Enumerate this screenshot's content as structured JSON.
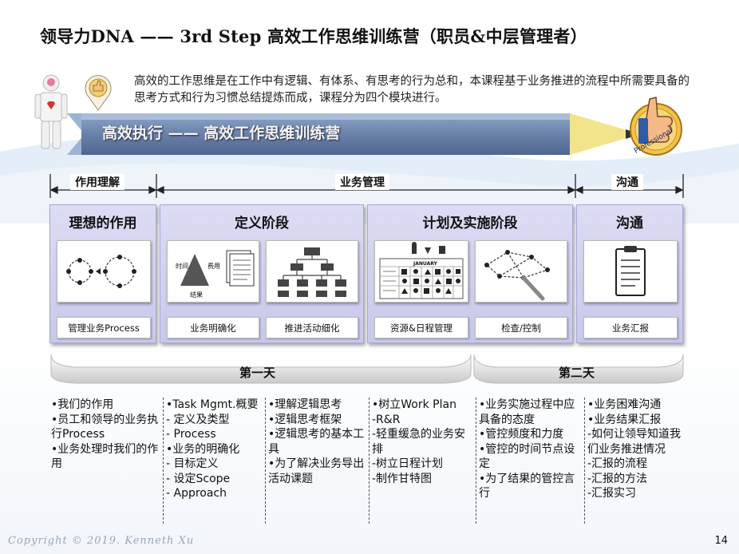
{
  "slide": {
    "title": "领导力DNA —— 3rd Step  高效工作思维训练营（职员&中层管理者）",
    "intro": "高效的工作思维是在工作中有逻辑、有体系、有思考的行为总和，本课程基于业务推进的流程中所需要具备的思考方式和行为习惯总结提炼而成，课程分为四个模块进行。",
    "banner": "高效执行 —— 高效工作思维训练营",
    "badge_text": "Professional",
    "copyright": "Copyright © 2019. Kenneth Xu",
    "page_number": "14"
  },
  "top_labels": {
    "role": "作用理解",
    "business": "业务管理",
    "comm": "沟通"
  },
  "modules": [
    {
      "title": "理想的作用",
      "captions": [
        "管理业务Process"
      ]
    },
    {
      "title": "定义阶段",
      "captions": [
        "业务明确化",
        "推进活动细化"
      ]
    },
    {
      "title": "计划及实施阶段",
      "captions": [
        "资源&日程管理",
        "检查/控制"
      ]
    },
    {
      "title": "沟通",
      "captions": [
        "业务汇报"
      ]
    }
  ],
  "pic_labels": {
    "time": "时间",
    "cost": "费用",
    "result": "结果",
    "january": "JANUARY"
  },
  "days": {
    "day1": "第一天",
    "day2": "第二天"
  },
  "columns": [
    [
      "•我们的作用",
      "•员工和领导的业务执行Process",
      "•业务处理时我们的作用"
    ],
    [
      "•Task Mgmt.概要",
      "- 定义及类型",
      "- Process",
      "•业务的明确化",
      "- 目标定义",
      "- 设定Scope",
      "- Approach"
    ],
    [
      "•理解逻辑思考",
      "•逻辑思考框架",
      "•逻辑思考的基本工具",
      "•为了解决业务导出活动课题"
    ],
    [
      "•树立Work Plan",
      "-R&R",
      "-轻重缓急的业务安排",
      "-树立日程计划",
      "-制作甘特图"
    ],
    [
      "•业务实施过程中应具备的态度",
      "•管控频度和力度",
      "•管控的时间节点设定",
      "•为了结果的管控言行"
    ],
    [
      "•业务困难沟通",
      "•业务结果汇报",
      "-如何让领导知道我们业务推进情况",
      "-汇报的流程",
      "-汇报的方法",
      "-汇报实习"
    ]
  ],
  "colors": {
    "module_fill": "#d4d4f0",
    "banner": "#6f87ad",
    "pencil_tip": "#f3e58c",
    "sky": "#d7e7f5"
  }
}
